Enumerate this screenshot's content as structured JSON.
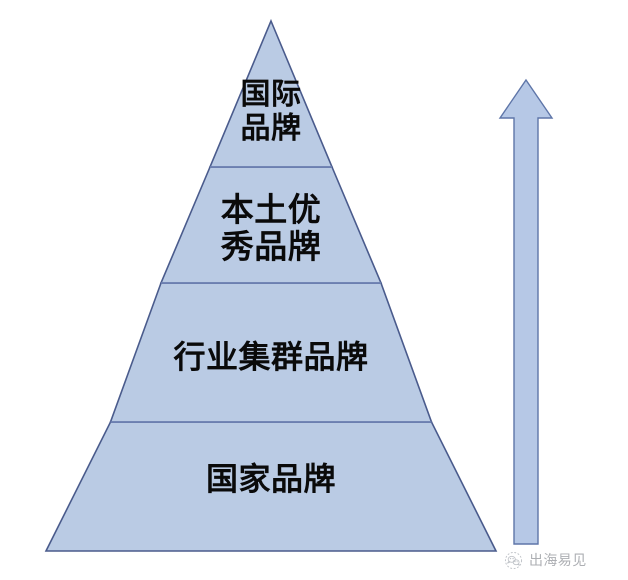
{
  "diagram": {
    "type": "pyramid",
    "title": "",
    "colors": {
      "tier_fill": "#BACBE4",
      "tier_border": "#4A5B8C",
      "divider": "#6E82B4",
      "arrow_fill": "#B6C8E6",
      "arrow_border": "#5E75A8",
      "label_text": "#0A0A0A",
      "background": "#FFFFFF",
      "watermark_text": "#7B7F86"
    },
    "tiers": [
      {
        "index": 1,
        "label": "国际\n品牌",
        "level": "top"
      },
      {
        "index": 2,
        "label": "本土优\n秀品牌",
        "level": "upper-middle"
      },
      {
        "index": 3,
        "label": "行业集群品牌",
        "level": "lower-middle"
      },
      {
        "index": 4,
        "label": "国家品牌",
        "level": "base"
      }
    ],
    "arrow": {
      "direction": "up",
      "label": "",
      "meaning": "ascending"
    }
  },
  "watermark": {
    "text": "出海易见",
    "logo_icon": "wechat-logo-icon"
  }
}
